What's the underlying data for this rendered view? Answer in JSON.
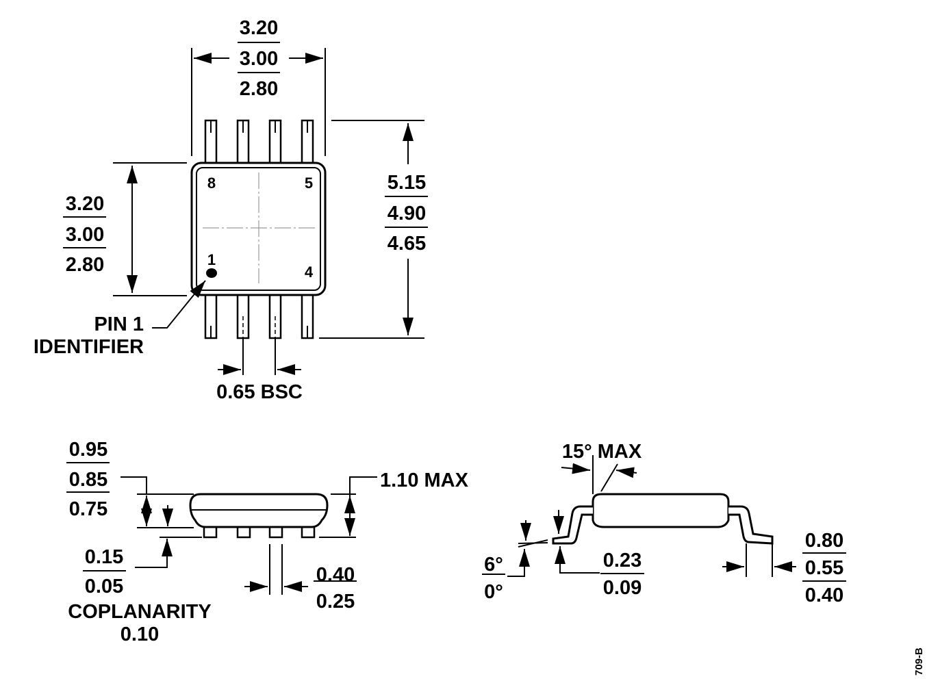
{
  "top_view": {
    "width_dims": [
      "3.20",
      "3.00",
      "2.80"
    ],
    "height_dims": [
      "3.20",
      "3.00",
      "2.80"
    ],
    "overall_dims": [
      "5.15",
      "4.90",
      "4.65"
    ],
    "pin_labels": {
      "pin8": "8",
      "pin5": "5",
      "pin1": "1",
      "pin4": "4"
    },
    "pin1_identifier": [
      "PIN 1",
      "IDENTIFIER"
    ],
    "pitch": "0.65 BSC"
  },
  "side_view": {
    "body_height_dims": [
      "0.95",
      "0.85",
      "0.75"
    ],
    "max_height": "1.10 MAX",
    "standoff_dims": [
      "0.15",
      "0.05"
    ],
    "coplanarity": [
      "COPLANARITY",
      "0.10"
    ],
    "lead_width_dims": [
      "0.40",
      "0.25"
    ]
  },
  "end_view": {
    "angle_max": "15° MAX",
    "foot_angle": [
      "6°",
      "0°"
    ],
    "lead_thickness": [
      "0.23",
      "0.09"
    ],
    "foot_length": [
      "0.80",
      "0.55",
      "0.40"
    ]
  },
  "figure_code": "709-B"
}
